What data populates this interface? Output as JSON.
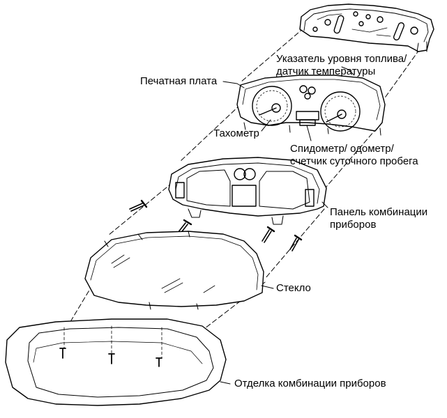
{
  "labels": {
    "fuel_temp_line1": "Указатель уровня топлива/",
    "fuel_temp_line2": "датчик температуры",
    "pcb": "Печатная плата",
    "tachometer": "Тахометр",
    "speedo_line1": "Спидометр/ одометр/",
    "speedo_line2": "счетчик суточного пробега",
    "panel_line1": "Панель комбинации",
    "panel_line2": "приборов",
    "glass": "Стекло",
    "trim": "Отделка комбинации приборов"
  }
}
